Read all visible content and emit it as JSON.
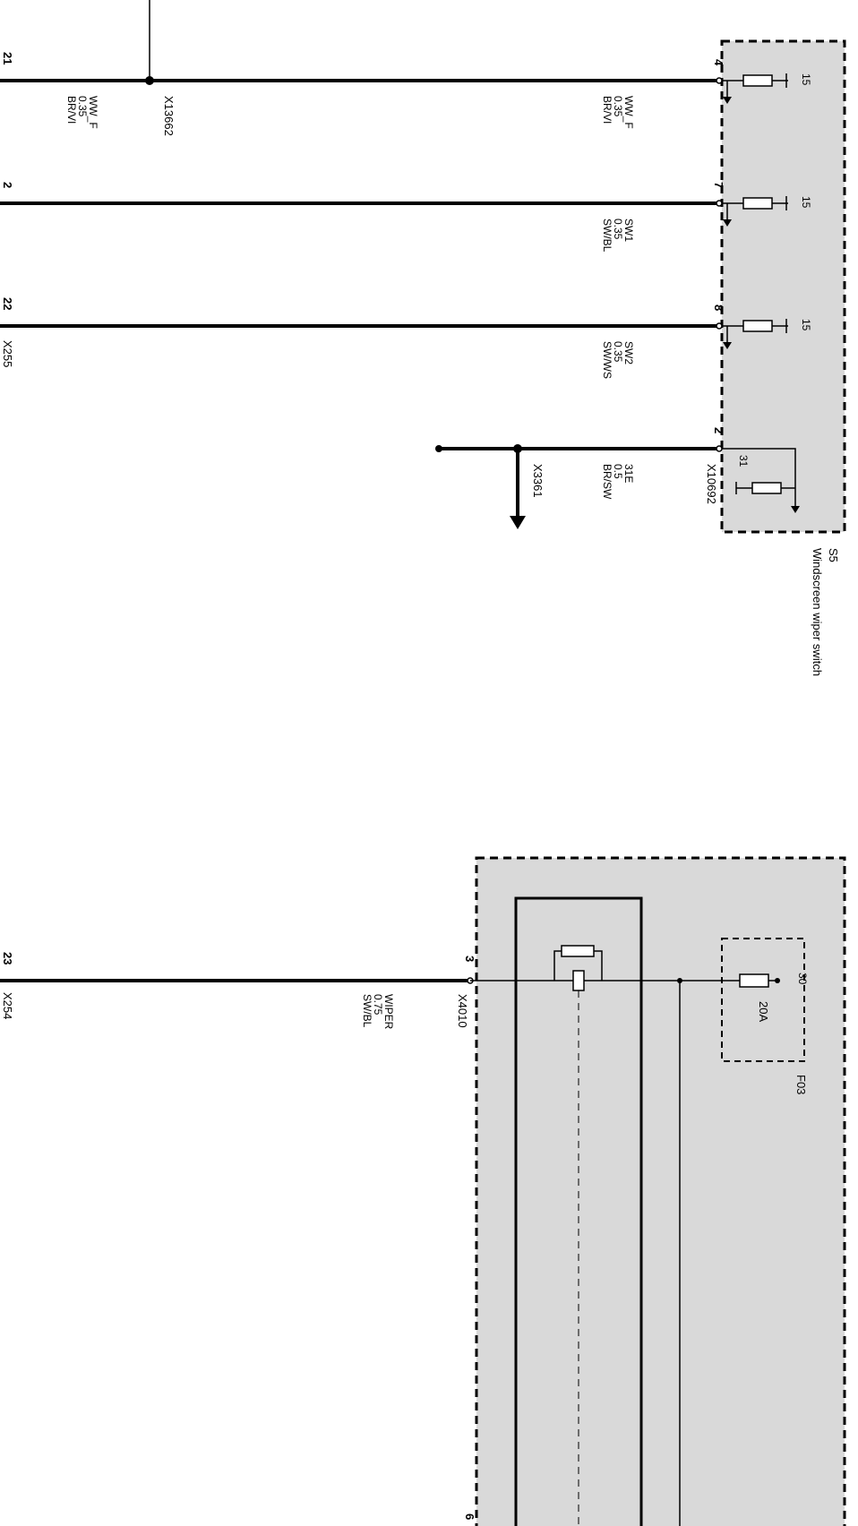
{
  "components": {
    "s5": {
      "id": "S5",
      "name": "Windscreen wiper switch",
      "connector": "X10692",
      "terminal_15": "15",
      "terminal_31": "31"
    },
    "f03": {
      "id": "F03",
      "terminal": "30",
      "rating": "20A"
    },
    "relay_module": {
      "connector": "X4010"
    }
  },
  "wires": [
    {
      "ref": "ww1",
      "code": "WW_F",
      "size": "0.35",
      "color": "BR/VI",
      "pin_right": "4",
      "pin_left": "21"
    },
    {
      "ref": "sw1",
      "code": "SW1",
      "size": "0.35",
      "color": "SW/BL",
      "pin_right": "7",
      "pin_left": "2"
    },
    {
      "ref": "sw2",
      "code": "SW2",
      "size": "0.35",
      "color": "SW/WS",
      "pin_right": "8",
      "pin_left": "22"
    },
    {
      "ref": "gnd",
      "code": "31E",
      "size": "0.5",
      "color": "BR/SW",
      "pin_right": "2"
    },
    {
      "ref": "wiper",
      "code": "WIPER",
      "size": "0.75",
      "color": "SW/BL",
      "pin_right": "3",
      "pin_left": "23"
    }
  ],
  "ww_left": {
    "code": "WW_F",
    "size": "0.35",
    "color": "BR/VI"
  },
  "splice": "X13662",
  "ground_connector": "X3361",
  "left_connectors": {
    "top": "X255",
    "bottom": "X254"
  },
  "bottom_pin": "6",
  "colors": {
    "fill": "#d9d9d9",
    "line": "#000000",
    "background": "#ffffff"
  }
}
